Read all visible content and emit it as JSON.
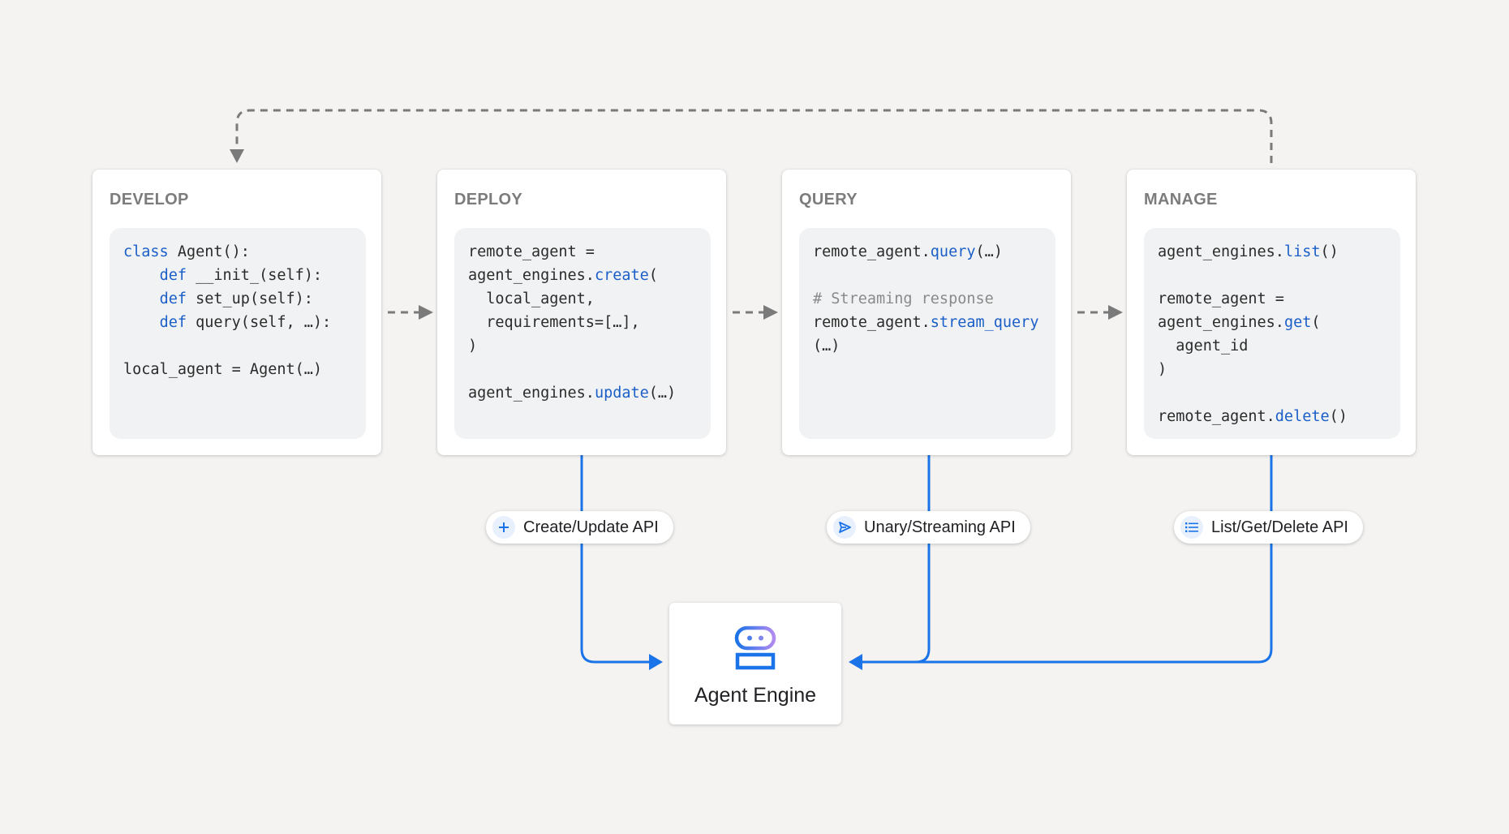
{
  "stages": [
    {
      "title": "DEVELOP",
      "code": [
        [
          {
            "t": "class",
            "k": "kw"
          },
          {
            "t": " Agent():"
          }
        ],
        [
          {
            "t": "    "
          },
          {
            "t": "def",
            "k": "kw"
          },
          {
            "t": " __init_(self):"
          }
        ],
        [
          {
            "t": "    "
          },
          {
            "t": "def",
            "k": "kw"
          },
          {
            "t": " set_up(self):"
          }
        ],
        [
          {
            "t": "    "
          },
          {
            "t": "def",
            "k": "kw"
          },
          {
            "t": " query(self, …):"
          }
        ],
        [],
        [
          {
            "t": "local_agent = Agent(…)"
          }
        ]
      ]
    },
    {
      "title": "DEPLOY",
      "code": [
        [
          {
            "t": "remote_agent ="
          }
        ],
        [
          {
            "t": "agent_engines."
          },
          {
            "t": "create",
            "k": "kw"
          },
          {
            "t": "("
          }
        ],
        [
          {
            "t": "  local_agent,"
          }
        ],
        [
          {
            "t": "  requirements=[…],"
          }
        ],
        [
          {
            "t": ")"
          }
        ],
        [],
        [
          {
            "t": "agent_engines."
          },
          {
            "t": "update",
            "k": "kw"
          },
          {
            "t": "(…)"
          }
        ]
      ]
    },
    {
      "title": "QUERY",
      "code": [
        [
          {
            "t": "remote_agent."
          },
          {
            "t": "query",
            "k": "kw"
          },
          {
            "t": "(…)"
          }
        ],
        [],
        [
          {
            "t": "# Streaming response",
            "k": "cm"
          }
        ],
        [
          {
            "t": "remote_agent."
          },
          {
            "t": "stream_query",
            "k": "kw"
          }
        ],
        [
          {
            "t": "(…)"
          }
        ]
      ]
    },
    {
      "title": "MANAGE",
      "code": [
        [
          {
            "t": "agent_engines."
          },
          {
            "t": "list",
            "k": "kw"
          },
          {
            "t": "()"
          }
        ],
        [],
        [
          {
            "t": "remote_agent ="
          }
        ],
        [
          {
            "t": "agent_engines."
          },
          {
            "t": "get",
            "k": "kw"
          },
          {
            "t": "("
          }
        ],
        [
          {
            "t": "  agent_id"
          }
        ],
        [
          {
            "t": ")"
          }
        ],
        [],
        [
          {
            "t": "remote_agent."
          },
          {
            "t": "delete",
            "k": "kw"
          },
          {
            "t": "()"
          }
        ]
      ]
    }
  ],
  "apis": [
    {
      "label": "Create/Update API",
      "icon": "plus-icon"
    },
    {
      "label": "Unary/Streaming API",
      "icon": "send-icon"
    },
    {
      "label": "List/Get/Delete API",
      "icon": "list-icon"
    }
  ],
  "engine": {
    "label": "Agent Engine",
    "icon": "robot-icon"
  },
  "colors": {
    "accent": "#1a73e8",
    "dashed": "#7a7a7a",
    "keyword": "#1b5fc8",
    "background": "#f4f3f1"
  }
}
